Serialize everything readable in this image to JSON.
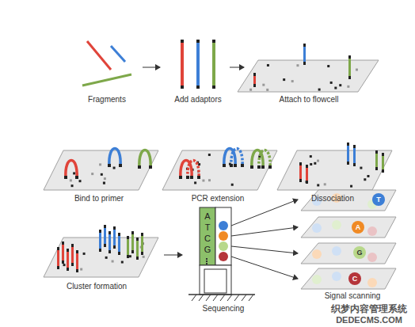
{
  "diagram": {
    "nodes": [
      {
        "text": [
          "A T C G"
        ]
      },
      {
        "text": [
          "T"
        ]
      },
      {
        "text": [
          "A"
        ]
      },
      {
        "text": [
          "G"
        ]
      },
      {
        "text": [
          "C"
        ]
      }
    ],
    "labels": [
      "Fragments",
      "Add adaptors",
      "Attach to flowcell",
      "Bind to primer",
      "PCR extension",
      "Dissociation",
      "Cluster formation",
      "Sequencing",
      "Signal scanning",
      "织梦内容管理系统",
      "DEDECMS.COM"
    ]
  }
}
